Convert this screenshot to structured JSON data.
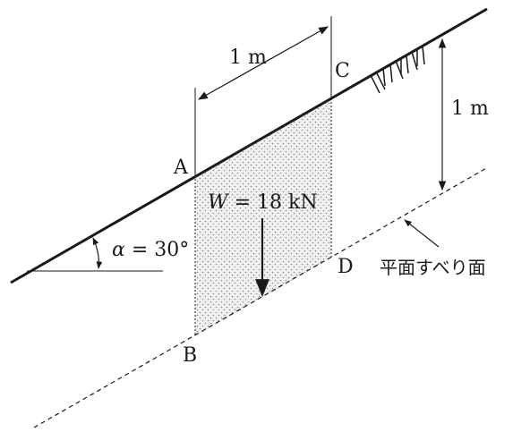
{
  "labels": {
    "point_a": "A",
    "point_b": "B",
    "point_c": "C",
    "point_d": "D",
    "width_dimension": "1 m",
    "depth_dimension": "1 m",
    "weight_symbol": "W",
    "weight_value": " = 18 kN",
    "angle_symbol": "α",
    "angle_value": " = 30°",
    "slip_surface": "平面すべり面"
  },
  "colors": {
    "line": "#1a1a1a",
    "soil_fill": "#dcdcdc",
    "background": "#ffffff"
  }
}
